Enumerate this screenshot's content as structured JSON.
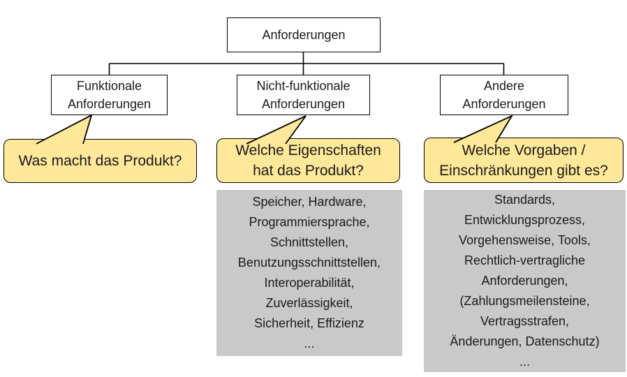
{
  "diagram": {
    "root": {
      "label": "Anforderungen"
    },
    "branches": [
      {
        "label": "Funktionale\nAnforderungen",
        "question": "Was macht das Produkt?"
      },
      {
        "label": "Nicht-funktionale\nAnforderungen",
        "question": "Welche Eigenschaften\nhat das Produkt?",
        "examples": [
          "Speicher, Hardware,",
          "Programmiersprache,",
          "Schnittstellen,",
          "Benutzungsschnittstellen,",
          "Interoperabilität,",
          "Zuverlässigkeit,",
          "Sicherheit, Effizienz",
          "..."
        ]
      },
      {
        "label": "Andere\nAnforderungen",
        "question": "Welche Vorgaben /\nEinschränkungen gibt es?",
        "examples": [
          "Standards,",
          "Entwicklungsprozess,",
          "Vorgehensweise, Tools,",
          "Rechtlich-vertragliche",
          "Anforderungen,",
          "(Zahlungsmeilensteine,",
          "Vertragsstrafen,",
          "Änderungen, Datenschutz)",
          "..."
        ]
      }
    ],
    "colors": {
      "callout_fill": "#FFE899",
      "panel_fill": "#C9C9C9",
      "node_fill": "#FFFFFF",
      "line": "#000000",
      "text": "#1A1A1A"
    }
  }
}
